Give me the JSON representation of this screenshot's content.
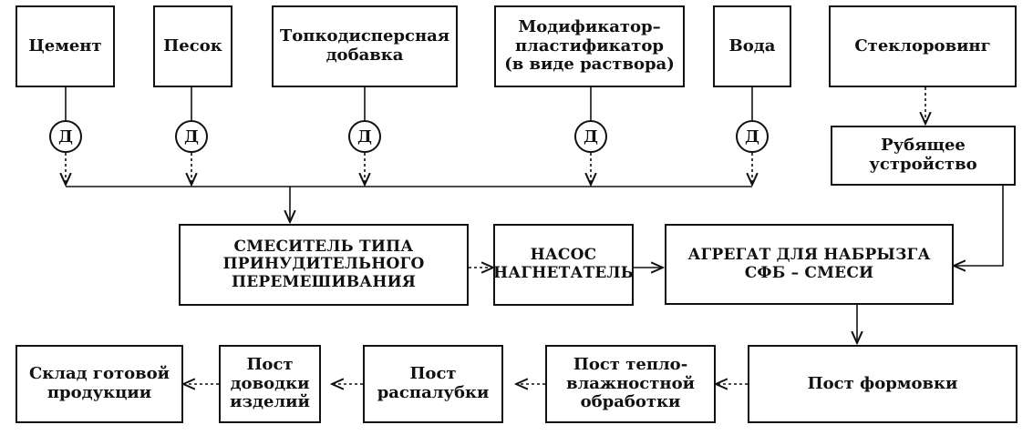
{
  "inputs": {
    "cement": "Цемент",
    "sand": "Песок",
    "fine_additive": "Топкодисперсная\nдобавка",
    "modifier": "Модификатор–\nпластификатор\n(в виде раствора)",
    "water": "Вода",
    "glass_roving": "Стеклоровинг"
  },
  "dosing_symbol": "Д",
  "process": {
    "chopper": "Рубящее\nустройство",
    "mixer": "СМЕСИТЕЛЬ ТИПА\nПРИНУДИТЕЛЬНОГО\nПЕРЕМЕШИВАНИЯ",
    "pump": "НАСОС\nНАГНЕТАТЕЛЬ",
    "spray_unit": "АГРЕГАТ ДЛЯ НАБРЫЗГА\nСФБ – СМЕСИ",
    "forming": "Пост формовки",
    "heat_treatment": "Пост тепло-\nвлажностной\nобработки",
    "demolding": "Пост\nраспалубки",
    "finishing": "Пост\nдоводки\nизделий",
    "warehouse": "Склад готовой\nпродукции"
  }
}
